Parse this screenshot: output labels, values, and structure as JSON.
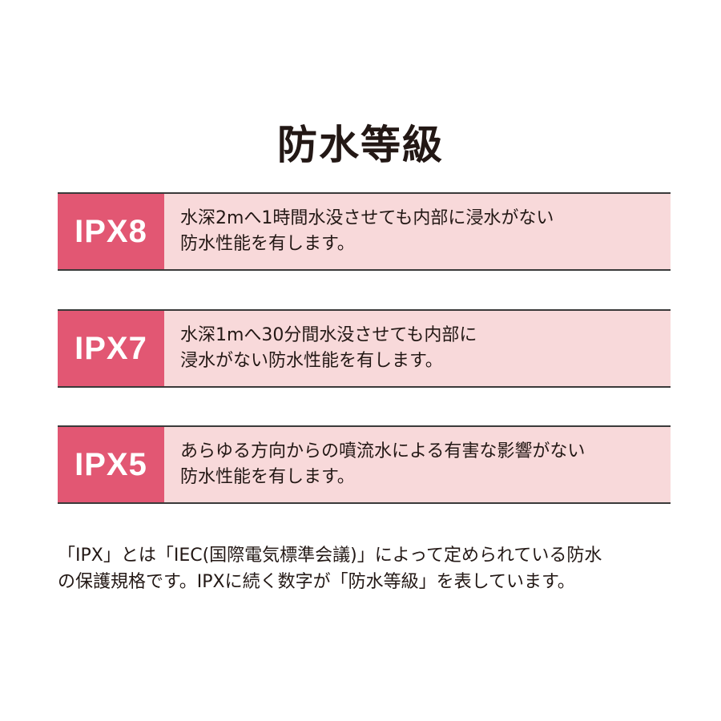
{
  "title": "防水等級",
  "ratings": [
    {
      "code": "IPX8",
      "lines": [
        "水深2mへ1時間水没させても内部に浸水がない",
        "防水性能を有します。"
      ]
    },
    {
      "code": "IPX7",
      "lines": [
        "水深1mへ30分間水没させても内部に",
        "浸水がない防水性能を有します。"
      ]
    },
    {
      "code": "IPX5",
      "lines": [
        "あらゆる方向からの噴流水による有害な影響がない",
        "防水性能を有します。"
      ]
    }
  ],
  "footnote": {
    "lines": [
      "「IPX」とは「IEC(国際電気標準会議)」によって定められている防水",
      "の保護規格です。IPXに続く数字が「防水等級」を表しています。"
    ]
  },
  "colors": {
    "badge": "#e25773",
    "panel": "#f8d9da",
    "text": "#231815",
    "rule": "#3a3a3a"
  }
}
